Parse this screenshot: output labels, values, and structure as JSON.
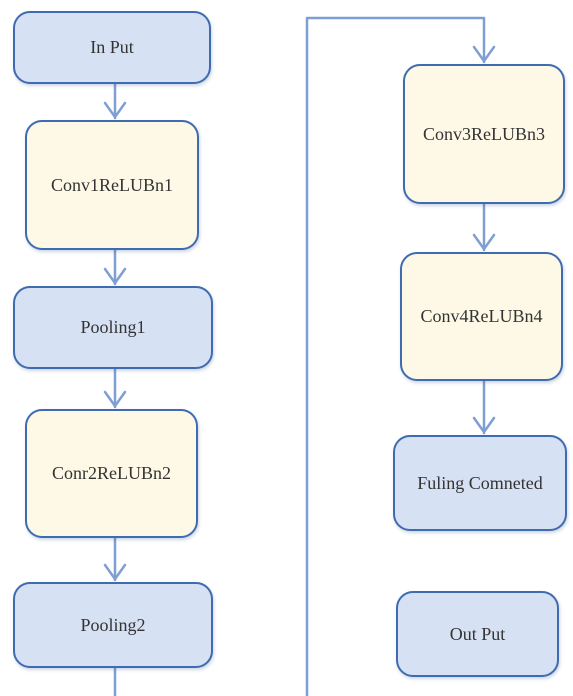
{
  "diagram": {
    "nodes": [
      {
        "id": "input",
        "label": "In Put",
        "fill": "blue"
      },
      {
        "id": "conv1",
        "label": "Conv1ReLUBn1",
        "fill": "cream"
      },
      {
        "id": "pool1",
        "label": "Pooling1",
        "fill": "blue"
      },
      {
        "id": "conv2",
        "label": "Conr2ReLUBn2",
        "fill": "cream"
      },
      {
        "id": "pool2",
        "label": "Pooling2",
        "fill": "blue"
      },
      {
        "id": "conv3",
        "label": "Conv3ReLUBn3",
        "fill": "cream"
      },
      {
        "id": "conv4",
        "label": "Conv4ReLUBn4",
        "fill": "cream"
      },
      {
        "id": "fc",
        "label": "Fuling Comneted",
        "fill": "blue"
      },
      {
        "id": "output",
        "label": "Out Put",
        "fill": "blue"
      }
    ],
    "edges": [
      {
        "from": "input",
        "to": "conv1"
      },
      {
        "from": "conv1",
        "to": "pool1"
      },
      {
        "from": "pool1",
        "to": "conv2"
      },
      {
        "from": "conv2",
        "to": "pool2"
      },
      {
        "from": "pool2",
        "to": "conv3"
      },
      {
        "from": "conv3",
        "to": "conv4"
      },
      {
        "from": "conv4",
        "to": "fc"
      }
    ],
    "colors": {
      "border": "#3f6bb0",
      "arrow": "#7f9fd4",
      "blue_fill": "#d7e1f4",
      "cream_fill": "#fdf9e6",
      "text": "#333333"
    }
  }
}
